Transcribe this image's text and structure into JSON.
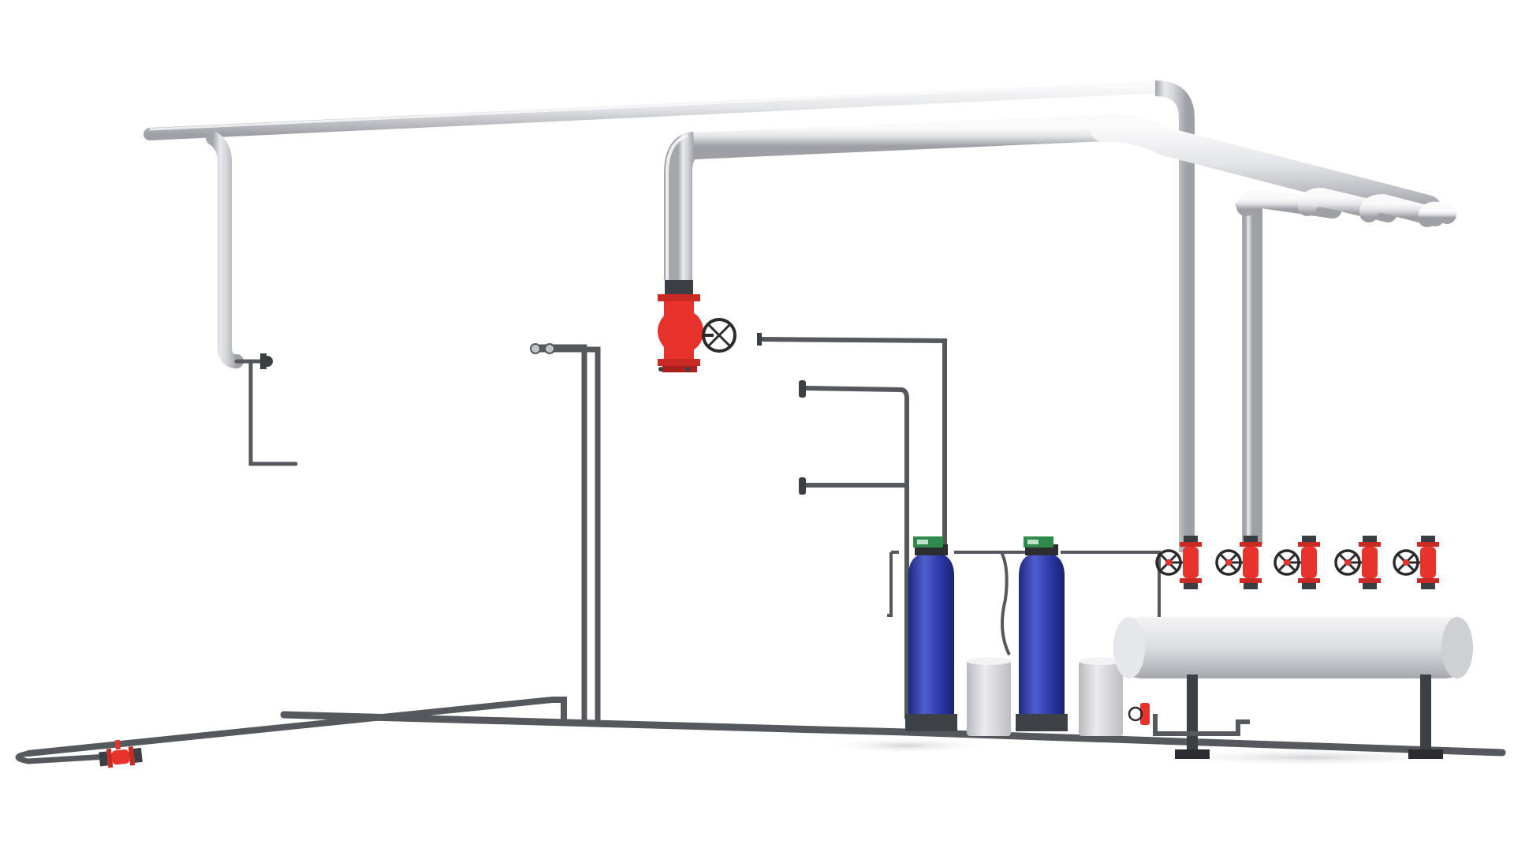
{
  "scene": {
    "background": "#ffffff",
    "colors": {
      "insulation_light": "#f1f1f3",
      "insulation_mid": "#cfd0d4",
      "insulation_dark": "#9ea0a6",
      "steel_pipe": "#55585c",
      "steel_pipe_dark": "#3c3f43",
      "valve_red": "#e8322c",
      "valve_red_dark": "#a81f1b",
      "handwheel": "#2b2b2d",
      "tank_blue": "#2c37a6",
      "tank_blue_light": "#4f5fd0",
      "tank_base": "#3e4146",
      "brine_tank": "#dcdde0",
      "controller_green": "#2f8a4c",
      "shadow": "#d9d9dc"
    },
    "components": {
      "insulated_pipes": 8,
      "gate_valves": 5,
      "large_valve": 1,
      "softener_tanks": 2,
      "brine_tanks": 2,
      "manifold": 1
    }
  }
}
